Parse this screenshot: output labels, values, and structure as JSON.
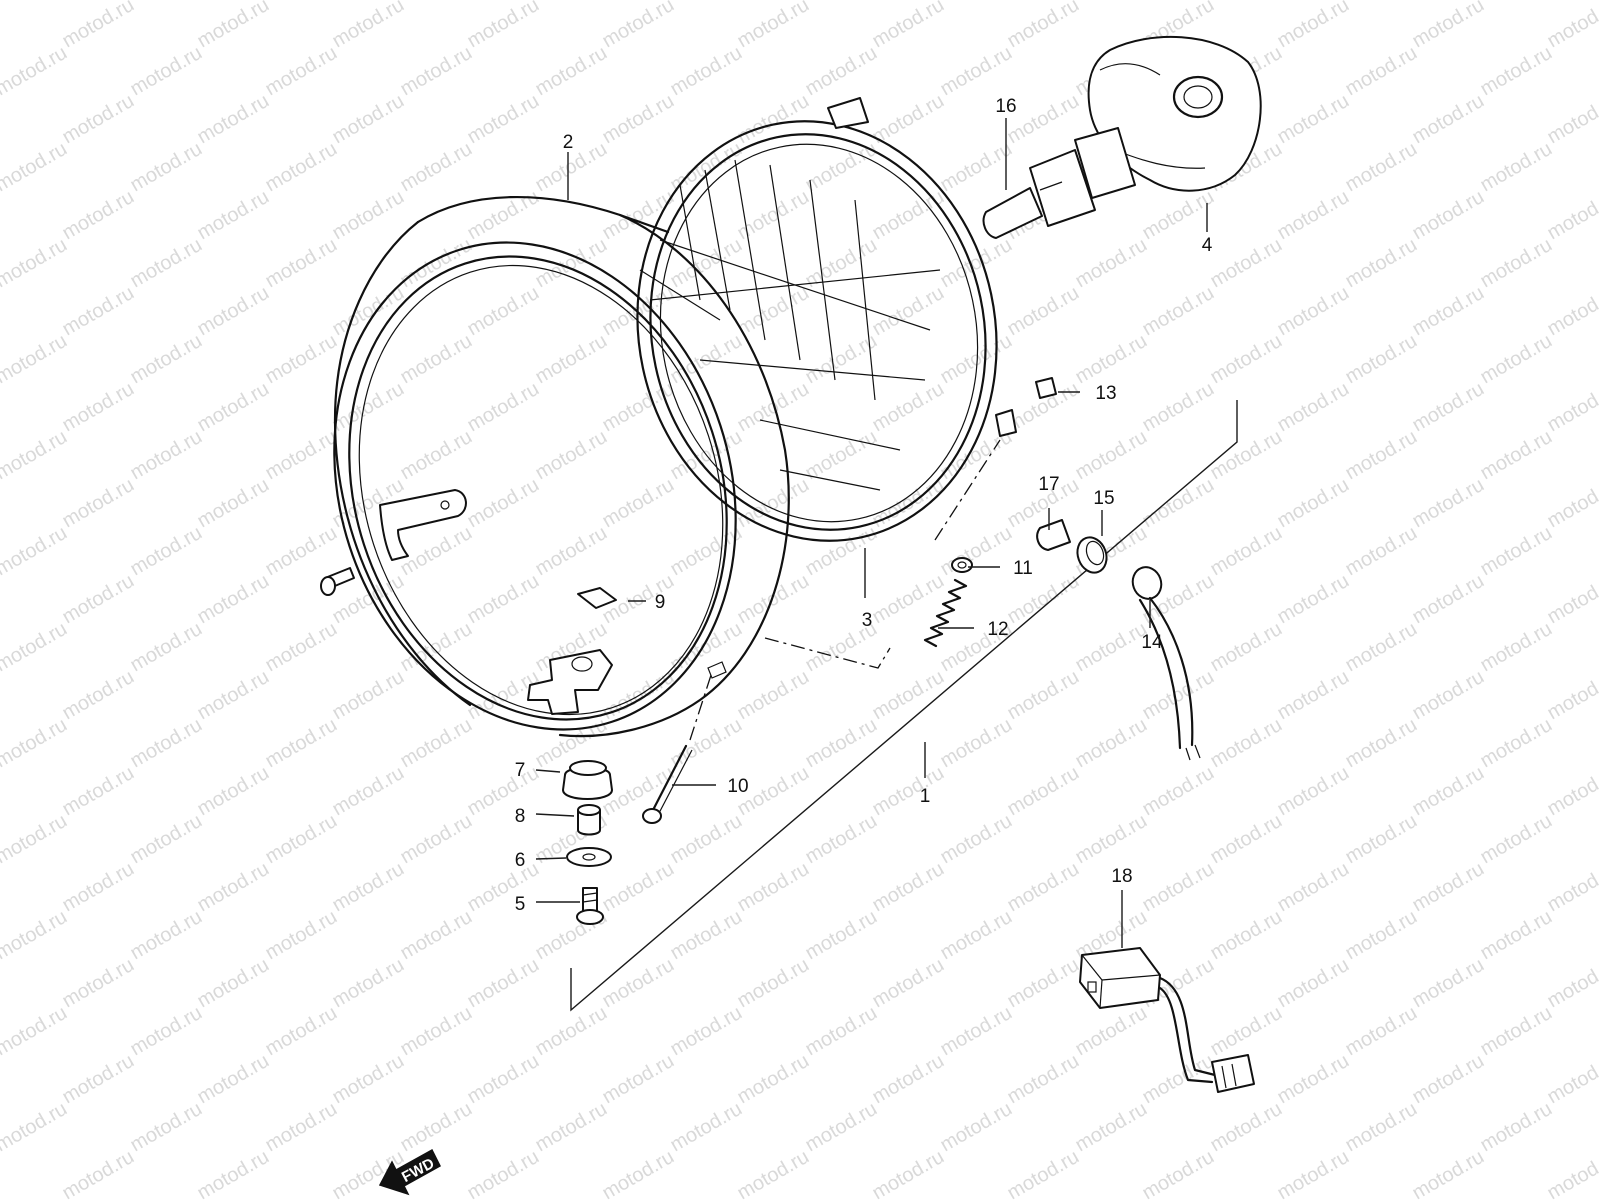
{
  "watermark": {
    "text": "motod.ru"
  },
  "direction_arrow": {
    "label": "FWD"
  },
  "callouts": [
    {
      "id": "1",
      "label": "1"
    },
    {
      "id": "2",
      "label": "2"
    },
    {
      "id": "3",
      "label": "3"
    },
    {
      "id": "4",
      "label": "4"
    },
    {
      "id": "5",
      "label": "5"
    },
    {
      "id": "6",
      "label": "6"
    },
    {
      "id": "7",
      "label": "7"
    },
    {
      "id": "8",
      "label": "8"
    },
    {
      "id": "9",
      "label": "9"
    },
    {
      "id": "10",
      "label": "10"
    },
    {
      "id": "11",
      "label": "11"
    },
    {
      "id": "12",
      "label": "12"
    },
    {
      "id": "13",
      "label": "13"
    },
    {
      "id": "14",
      "label": "14"
    },
    {
      "id": "15",
      "label": "15"
    },
    {
      "id": "16",
      "label": "16"
    },
    {
      "id": "17",
      "label": "17"
    },
    {
      "id": "18",
      "label": "18"
    }
  ]
}
